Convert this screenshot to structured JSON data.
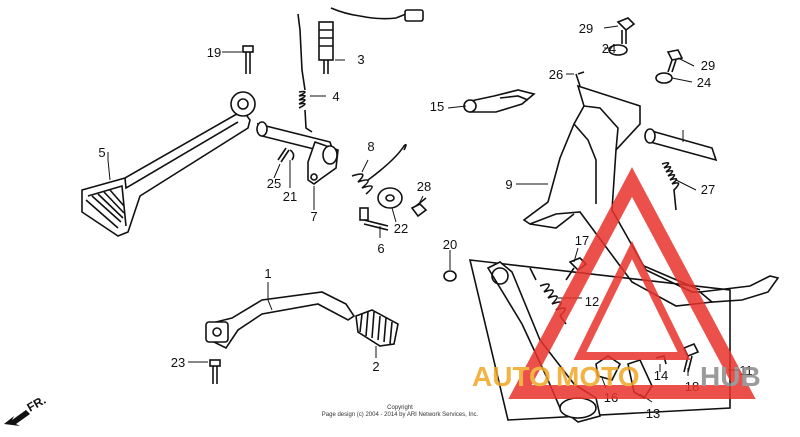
{
  "diagram": {
    "callouts": [
      "1",
      "2",
      "3",
      "4",
      "5",
      "6",
      "7",
      "8",
      "9",
      "11",
      "12",
      "13",
      "14",
      "15",
      "16",
      "17",
      "18",
      "19",
      "20",
      "21",
      "22",
      "23",
      "24",
      "24",
      "25",
      "26",
      "27",
      "28",
      "29",
      "29"
    ],
    "direction_label": "FR.",
    "copyright_line1": "Copyright",
    "copyright_line2": "Page design (c) 2004 - 2014 by ARI Network Services, Inc."
  },
  "watermark": {
    "text_part1": "AUTO",
    "text_part2": "MOTO",
    "text_part3": "HUB",
    "color_red": "#e8332b",
    "color_orange": "#f2a623",
    "color_gray": "#8a8a8a"
  }
}
